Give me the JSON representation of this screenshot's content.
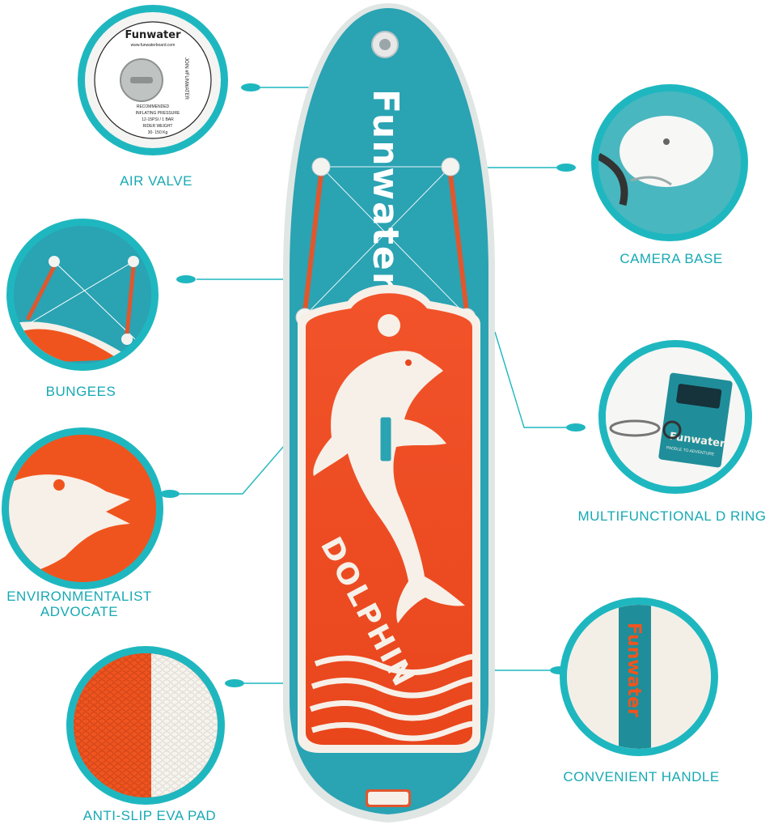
{
  "board": {
    "brand": "Funwater",
    "model": "DOLPHIN",
    "tagline": "PADDLE TO ADVENTURE"
  },
  "valve_detail": {
    "brand": "Funwater",
    "site": "www.funwaterboard.com",
    "join": "JOIN #FUNWATER",
    "recommended": "RECOMMENDED",
    "inflating_pressure": "INFLATING PRESSURE",
    "psi": "12-15PSI / 1 BAR",
    "rider_weight": "RIDER WEIGHT",
    "weight_range": "30- 150 Kg"
  },
  "features": [
    {
      "id": "air-valve",
      "label": "AIR VALVE"
    },
    {
      "id": "camera-base",
      "label": "CAMERA BASE"
    },
    {
      "id": "bungees",
      "label": "BUNGEES"
    },
    {
      "id": "d-ring",
      "label": "MULTIFUNCTIONAL D RING"
    },
    {
      "id": "environmentalist",
      "label_line1": "ENVIRONMENTALIST",
      "label_line2": "ADVOCATE"
    },
    {
      "id": "handle",
      "label": "CONVENIENT HANDLE"
    },
    {
      "id": "eva-pad",
      "label": "ANTI-SLIP EVA PAD"
    }
  ],
  "colors": {
    "teal": "#1fb7bf",
    "board_teal": "#2aa3b3",
    "orange": "#f0541e",
    "cream": "#f4efe6"
  }
}
